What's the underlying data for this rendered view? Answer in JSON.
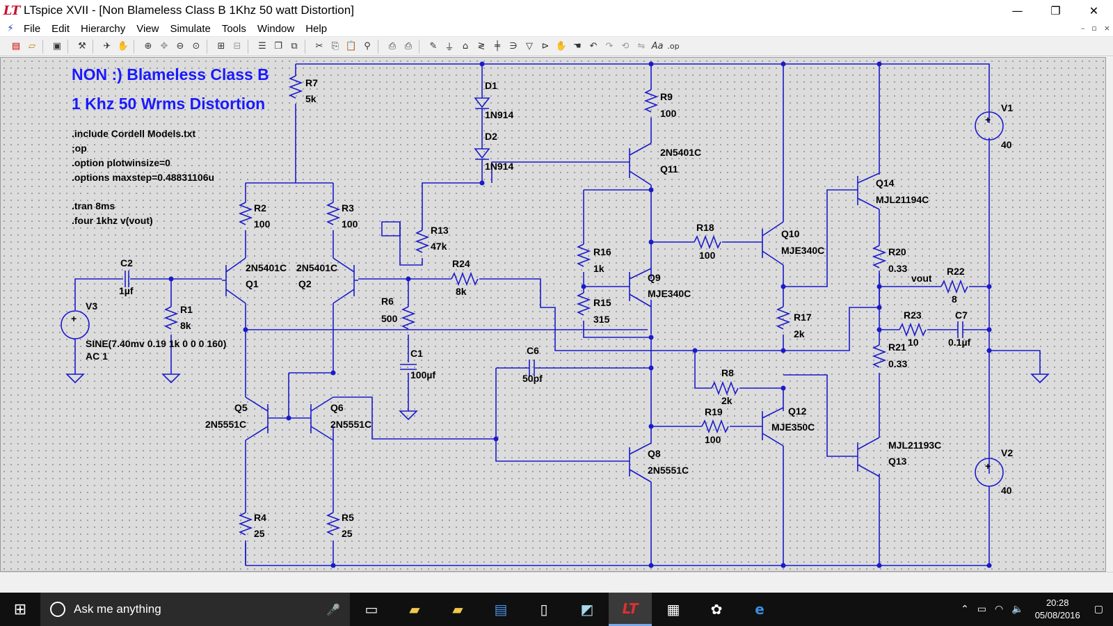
{
  "window": {
    "title": "LTspice XVII - [Non Blameless Class B 1Khz 50 watt Distortion]",
    "app_logo": "lt",
    "minimize": "—",
    "restore": "❐",
    "close": "✕"
  },
  "menu": {
    "items": [
      "File",
      "Edit",
      "Hierarchy",
      "View",
      "Simulate",
      "Tools",
      "Window",
      "Help"
    ],
    "mdi": [
      "–",
      "▫",
      "×"
    ]
  },
  "toolbar": {
    "icons": [
      "new-schematic-icon",
      "open-icon",
      "save-icon",
      "control-panel-icon",
      "run-icon",
      "halt-icon",
      "zoom-in-icon",
      "pan-icon",
      "zoom-out-icon",
      "zoom-fit-icon",
      "cancel-zoom-icon",
      "autoscale-icon",
      "tile-icon",
      "cascade-icon",
      "close-all-icon",
      "cut-icon",
      "copy-icon",
      "paste-icon",
      "find-icon",
      "print-setup-icon",
      "print-icon",
      "wire-icon",
      "ground-icon",
      "label-icon",
      "resistor-icon",
      "capacitor-icon",
      "inductor-icon",
      "diode-icon",
      "component-icon",
      "move-icon",
      "drag-icon",
      "undo-icon",
      "redo-icon",
      "rotate-icon",
      "mirror-icon",
      "text-icon",
      "spice-directive-icon"
    ]
  },
  "schematic": {
    "title_line1": "NON :) Blameless Class B",
    "title_line2": "1 Khz 50 Wrms Distortion",
    "directives": [
      ".include Cordell Models.txt",
      ";op",
      ".option plotwinsize=0",
      ".options maxstep=0.48831106u",
      ".tran 8ms",
      ".four 1khz v(vout)"
    ],
    "v3_value": "SINE(7.40mv 0.19 1k 0 0 0 160)",
    "v3_ac": "AC 1",
    "components": {
      "R7": {
        "name": "R7",
        "value": "5k"
      },
      "R2": {
        "name": "R2",
        "value": "100"
      },
      "R3": {
        "name": "R3",
        "value": "100"
      },
      "R13": {
        "name": "R13",
        "value": "47k"
      },
      "R24": {
        "name": "R24",
        "value": "8k"
      },
      "R6": {
        "name": "R6",
        "value": "500"
      },
      "R1": {
        "name": "R1",
        "value": "8k"
      },
      "R4": {
        "name": "R4",
        "value": "25"
      },
      "R5": {
        "name": "R5",
        "value": "25"
      },
      "R9": {
        "name": "R9",
        "value": "100"
      },
      "R16": {
        "name": "R16",
        "value": "1k"
      },
      "R15": {
        "name": "R15",
        "value": "315"
      },
      "R18": {
        "name": "R18",
        "value": "100"
      },
      "R17": {
        "name": "R17",
        "value": "2k"
      },
      "R8": {
        "name": "R8",
        "value": "2k"
      },
      "R19": {
        "name": "R19",
        "value": "100"
      },
      "R20": {
        "name": "R20",
        "value": "0.33"
      },
      "R21": {
        "name": "R21",
        "value": "0.33"
      },
      "R22": {
        "name": "R22",
        "value": "8"
      },
      "R23": {
        "name": "R23",
        "value": "10"
      },
      "C1": {
        "name": "C1",
        "value": "100µf"
      },
      "C2": {
        "name": "C2",
        "value": "1µf"
      },
      "C6": {
        "name": "C6",
        "value": "50pf"
      },
      "C7": {
        "name": "C7",
        "value": "0.1µf"
      },
      "D1": {
        "name": "D1",
        "value": "1N914"
      },
      "D2": {
        "name": "D2",
        "value": "1N914"
      },
      "Q1": {
        "name": "Q1",
        "value": "2N5401C"
      },
      "Q2": {
        "name": "Q2",
        "value": "2N5401C"
      },
      "Q5": {
        "name": "Q5",
        "value": "2N5551C"
      },
      "Q6": {
        "name": "Q6",
        "value": "2N5551C"
      },
      "Q8": {
        "name": "Q8",
        "value": "2N5551C"
      },
      "Q9": {
        "name": "Q9",
        "value": "MJE340C"
      },
      "Q10": {
        "name": "Q10",
        "value": "MJE340C"
      },
      "Q11": {
        "name": "Q11",
        "value": "2N5401C"
      },
      "Q12": {
        "name": "Q12",
        "value": "MJE350C"
      },
      "Q13": {
        "name": "Q13",
        "value": "MJL21193C"
      },
      "Q14": {
        "name": "Q14",
        "value": "MJL21194C"
      },
      "V1": {
        "name": "V1",
        "value": "40"
      },
      "V2": {
        "name": "V2",
        "value": "40"
      },
      "V3": {
        "name": "V3"
      }
    },
    "net_label_vout": "vout"
  },
  "taskbar": {
    "search_placeholder": "Ask me anything",
    "time": "20:28",
    "date": "05/08/2016"
  },
  "colors": {
    "wire": "#1a1acc",
    "title_text": "#1a1aff",
    "canvas_bg": "#dcdcdc",
    "taskbar_bg": "#101010"
  }
}
